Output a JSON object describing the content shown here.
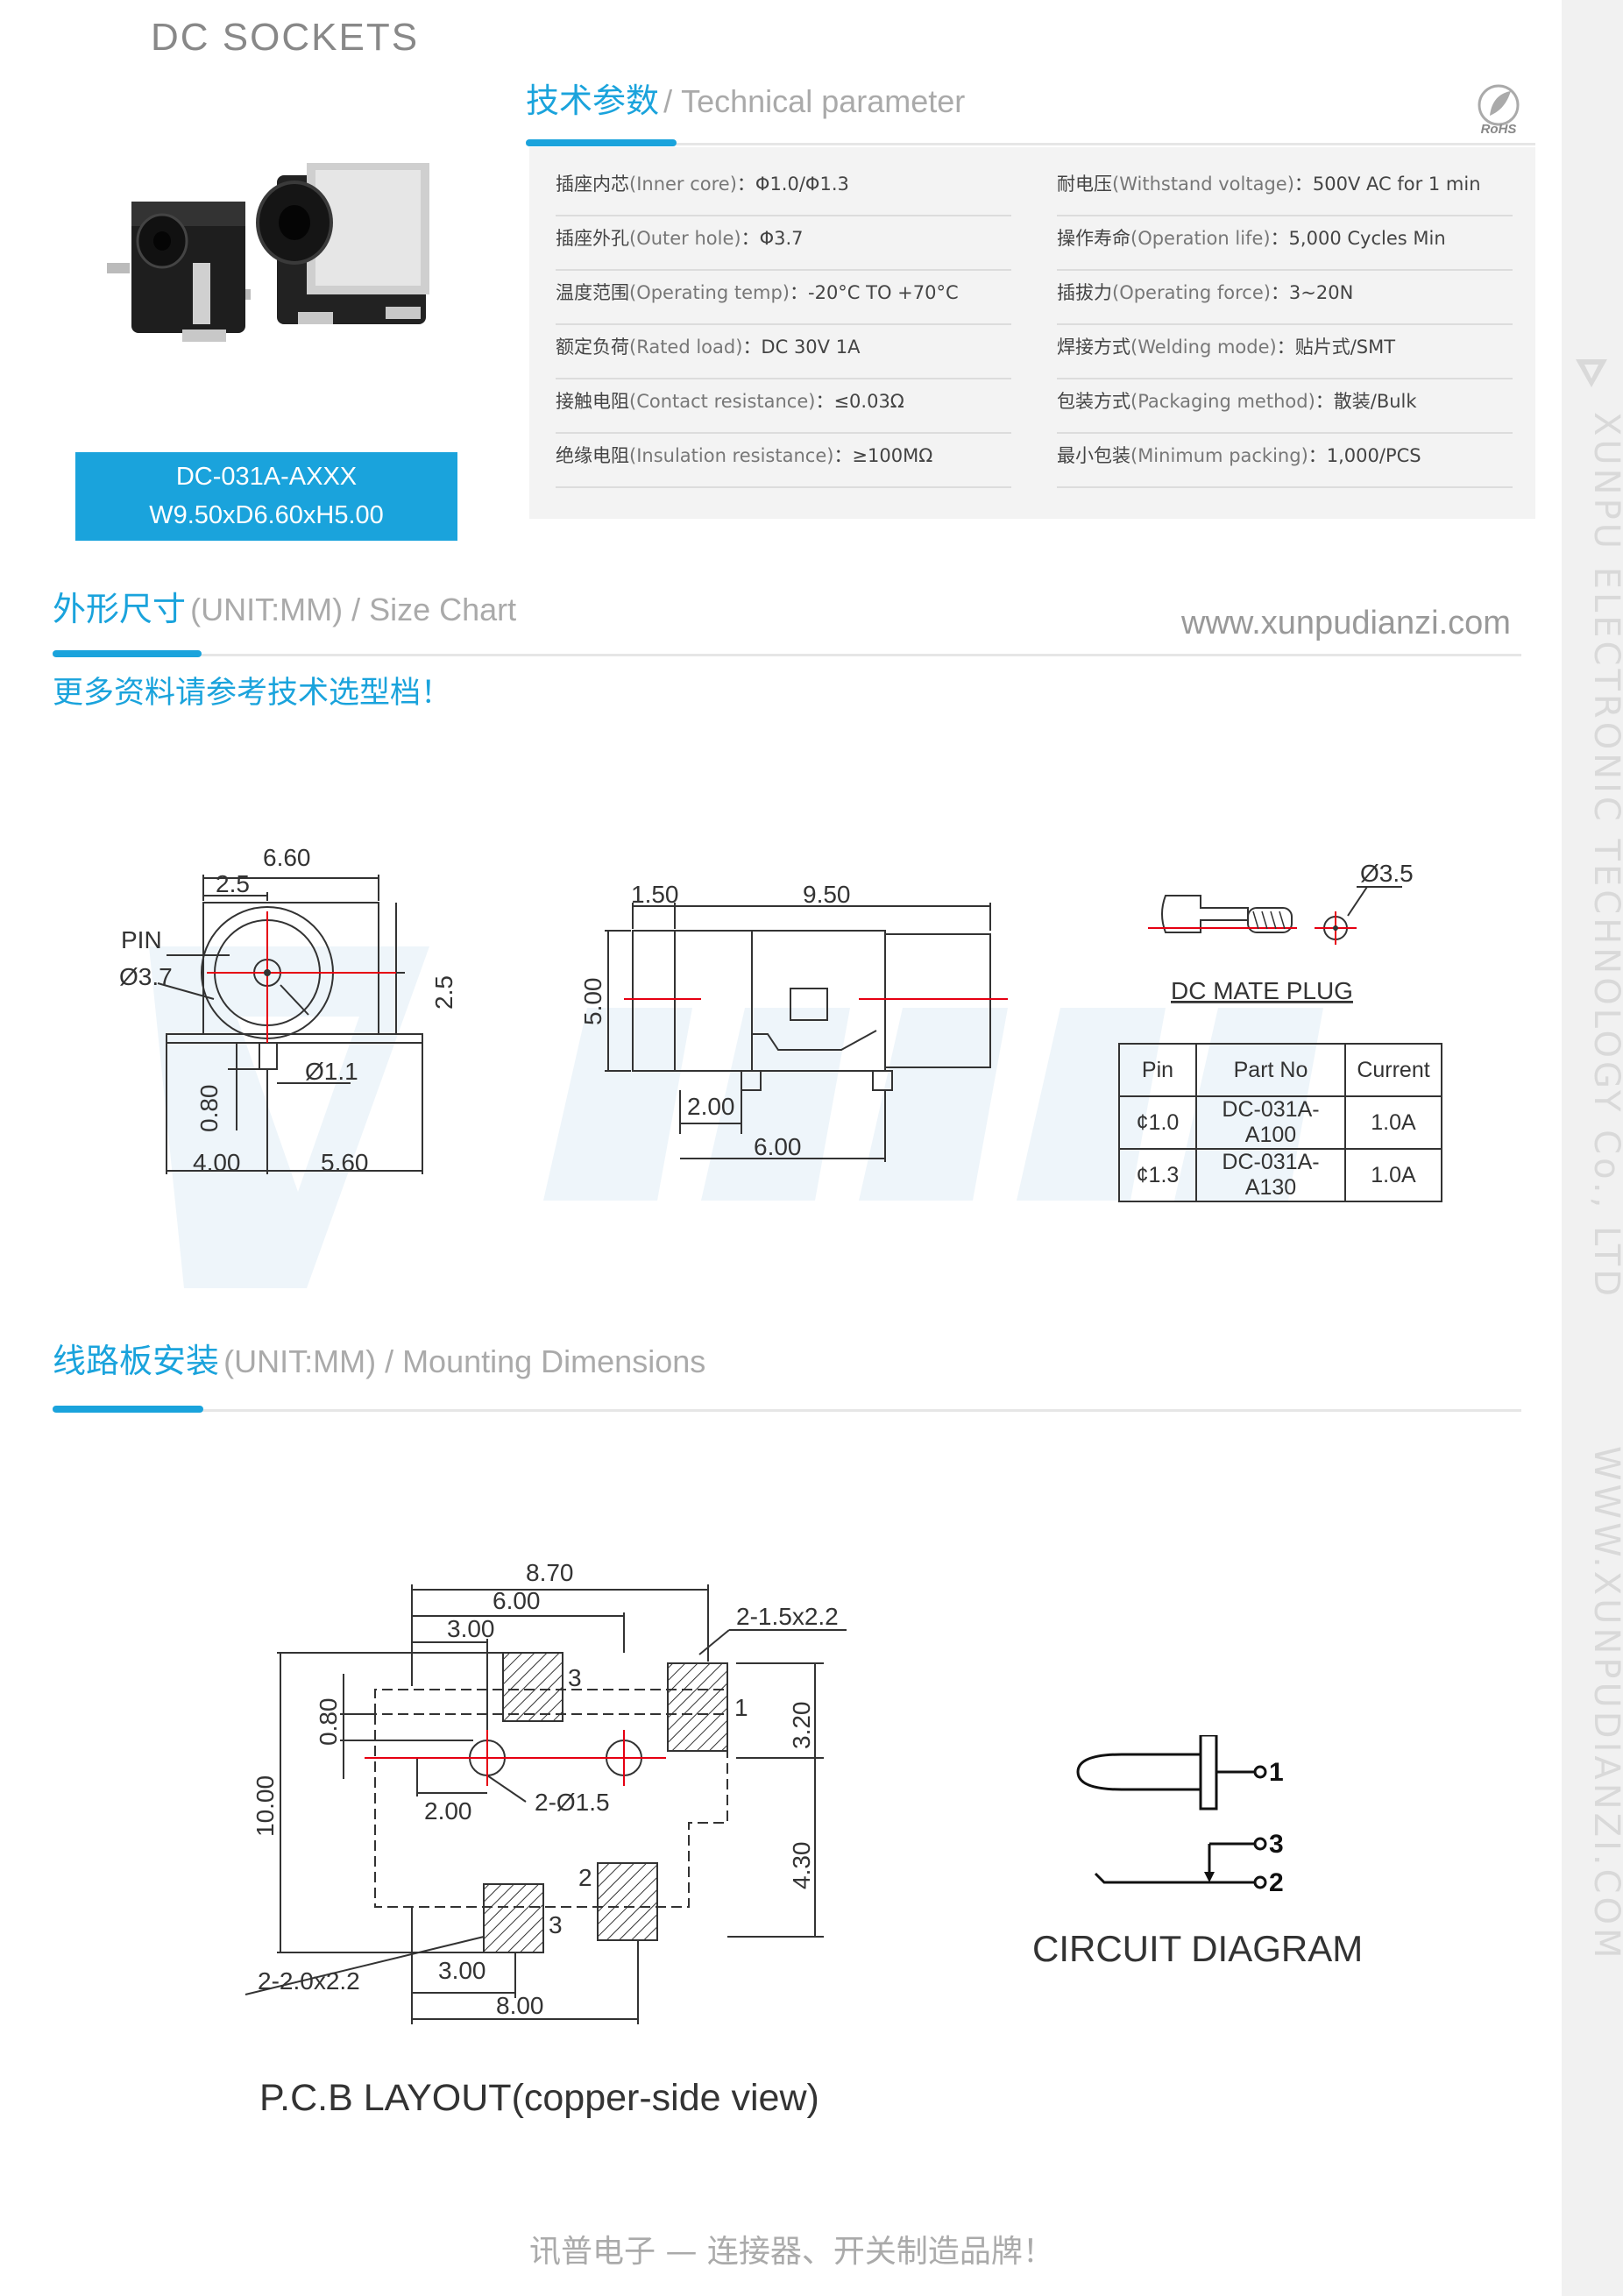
{
  "header": {
    "title": "DC SOCKETS"
  },
  "tech_section": {
    "title_cn": "技术参数",
    "title_en": "/ Technical parameter",
    "rohs": "RoHS"
  },
  "params_left": [
    {
      "label_cn": "插座内芯",
      "label_en": "(Inner core)",
      "value": "：Φ1.0/Φ1.3"
    },
    {
      "label_cn": "插座外孔",
      "label_en": "(Outer hole)",
      "value": "：Φ3.7"
    },
    {
      "label_cn": "温度范围",
      "label_en": "(Operating temp)",
      "value": "：-20°C TO +70°C"
    },
    {
      "label_cn": "额定负荷",
      "label_en": "(Rated load)",
      "value": "：DC 30V 1A"
    },
    {
      "label_cn": "接触电阻",
      "label_en": "(Contact resistance)",
      "value": "：≤0.03Ω"
    },
    {
      "label_cn": "绝缘电阻",
      "label_en": "(Insulation resistance)",
      "value": "：≥100MΩ"
    }
  ],
  "params_right": [
    {
      "label_cn": "耐电压",
      "label_en": "(Withstand voltage)",
      "value": "：500V AC for 1 min"
    },
    {
      "label_cn": "操作寿命",
      "label_en": "(Operation life)",
      "value": "：5,000 Cycles Min"
    },
    {
      "label_cn": "插拔力",
      "label_en": "(Operating force)",
      "value": "：3~20N"
    },
    {
      "label_cn": "焊接方式",
      "label_en": "(Welding mode)",
      "value": "：贴片式/SMT"
    },
    {
      "label_cn": "包装方式",
      "label_en": "(Packaging method)",
      "value": "：散装/Bulk"
    },
    {
      "label_cn": "最小包装",
      "label_en": "(Minimum packing)",
      "value": "：1,000/PCS"
    }
  ],
  "product": {
    "model": "DC-031A-AXXX",
    "size": "W9.50xD6.60xH5.00"
  },
  "size_section": {
    "title_cn": "外形尺寸",
    "title_en": "(UNIT:MM) / Size Chart",
    "website": "www.xunpudianzi.com",
    "more_info": "更多资料请参考技术选型档！"
  },
  "size_chart": {
    "front": {
      "w": "6.60",
      "a": "2.5",
      "pin": "PIN",
      "hole": "Ø3.7",
      "h": "2.5",
      "pin_d": "Ø1.1",
      "pin_h": "0.80",
      "l1": "4.00",
      "l2": "5.60"
    },
    "side": {
      "a": "1.50",
      "b": "9.50",
      "h": "5.00",
      "c": "2.00",
      "d": "6.00"
    },
    "plug": {
      "d": "Ø3.5",
      "label": "DC MATE PLUG"
    },
    "table": {
      "headers": [
        "Pin",
        "Part No",
        "Current"
      ],
      "rows": [
        [
          "¢1.0",
          "DC-031A-A100",
          "1.0A"
        ],
        [
          "¢1.3",
          "DC-031A-A130",
          "1.0A"
        ]
      ]
    }
  },
  "mount_section": {
    "title_cn": "线路板安装",
    "title_en": "(UNIT:MM) / Mounting Dimensions"
  },
  "pcb": {
    "d870": "8.70",
    "d600": "6.00",
    "d300a": "3.00",
    "pad_big": "2-1.5x2.2",
    "d080": "0.80",
    "d320": "3.20",
    "d1000": "10.00",
    "d200": "2.00",
    "holes": "2-Ø1.5",
    "d430": "4.30",
    "pad_small": "2-2.0x2.2",
    "d300b": "3.00",
    "d800": "8.00",
    "n1": "1",
    "n2": "2",
    "n3a": "3",
    "n3b": "3",
    "title": "P.C.B LAYOUT(copper-side view)"
  },
  "circuit": {
    "title": "CIRCUIT DIAGRAM",
    "p1": "1",
    "p2": "2",
    "p3": "3"
  },
  "sidebar": {
    "company": "XUNPU ELECTRONIC TECHNOLOGY Co., LTD",
    "url": "WWW.XUNPUDIANZI.COM"
  },
  "footer": {
    "slogan": "讯普电子 — 连接器、开关制造品牌！"
  },
  "colors": {
    "accent": "#1aa3dc",
    "panel": "#f3f3f3",
    "muted": "#aaaaaa"
  }
}
